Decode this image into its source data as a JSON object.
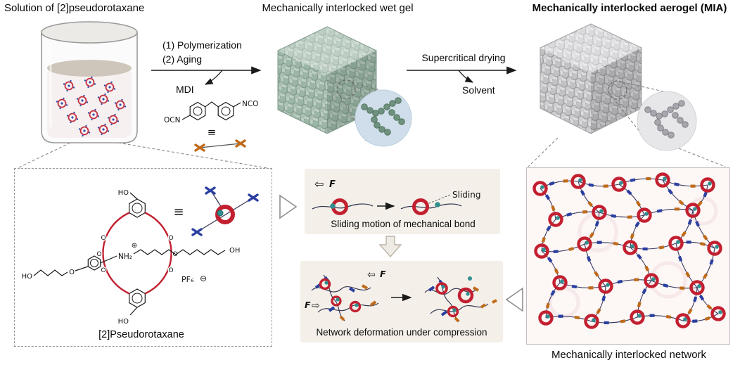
{
  "titles": {
    "solution": "Solution of [2]pseudorotaxane",
    "wet_gel": "Mechanically interlocked wet gel",
    "aerogel": "Mechanically interlocked aerogel (MIA)"
  },
  "reaction1": {
    "step1": "(1) Polymerization",
    "step2": "(2) Aging",
    "reagent": "MDI"
  },
  "mdi": {
    "left_group": "OCN",
    "right_group": "NCO",
    "equiv": "≡"
  },
  "reaction2": {
    "label": "Supercritical drying",
    "byproduct": "Solvent"
  },
  "structure": {
    "ho": "HO",
    "oh": "OH",
    "o": "O",
    "ammonium": "NH₂",
    "plus": "⊕",
    "counterion": "PF₆",
    "minus": "⊖",
    "equiv": "≡",
    "caption": "[2]Pseudorotaxane"
  },
  "sliding": {
    "force_arrow": "⇦",
    "force": "F",
    "label": "Sliding",
    "caption": "Sliding motion of mechanical bond"
  },
  "compression": {
    "force": "F",
    "arrow_left": "⇦",
    "arrow_right": "⇨",
    "caption": "Network deformation under compression"
  },
  "network": {
    "caption": "Mechanically interlocked network"
  },
  "colors": {
    "macrocycle_red": "#c22030",
    "bead_teal": "#2f8f8f",
    "stopper_blue": "#2a3fa0",
    "linker_orange": "#c06a18",
    "wet_gel_green": "#9cb6a6",
    "aerogel_gray": "#c2c2c5"
  }
}
